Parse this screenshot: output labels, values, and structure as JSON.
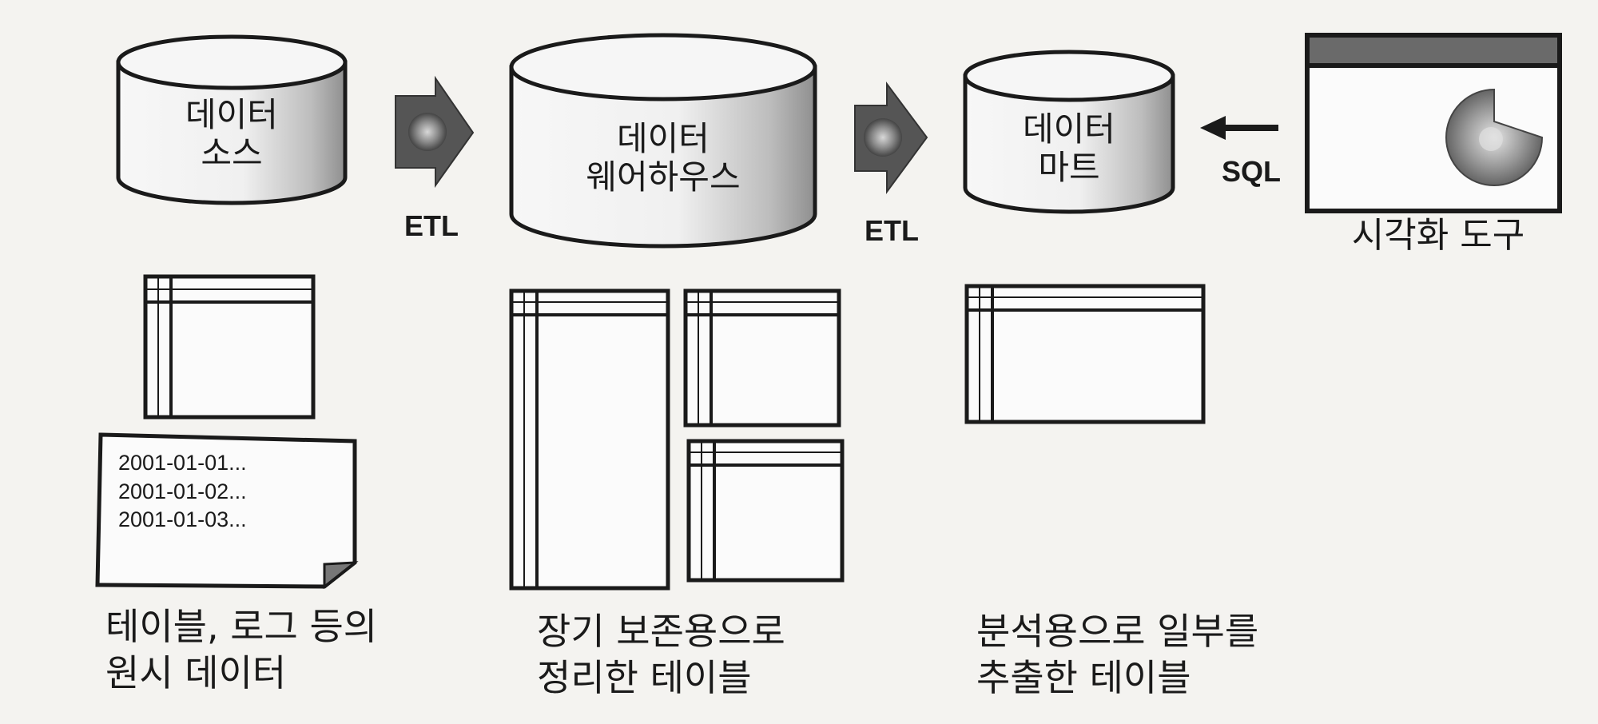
{
  "stages": {
    "source": {
      "label_line1": "데이터",
      "label_line2": "소스"
    },
    "warehouse": {
      "label_line1": "데이터",
      "label_line2": "웨어하우스"
    },
    "mart": {
      "label_line1": "데이터",
      "label_line2": "마트"
    },
    "viz_tool": {
      "label": "시각화 도구"
    }
  },
  "arrows": {
    "etl_1": "ETL",
    "etl_2": "ETL",
    "sql": "SQL"
  },
  "log_lines": [
    "2001-01-01...",
    "2001-01-02...",
    "2001-01-03..."
  ],
  "captions": {
    "source": {
      "line1": "테이블, 로그 등의",
      "line2": "원시 데이터"
    },
    "warehouse": {
      "line1": "장기 보존용으로",
      "line2": "정리한 테이블"
    },
    "mart": {
      "line1": "분석용으로 일부를",
      "line2": "추출한 테이블"
    }
  }
}
